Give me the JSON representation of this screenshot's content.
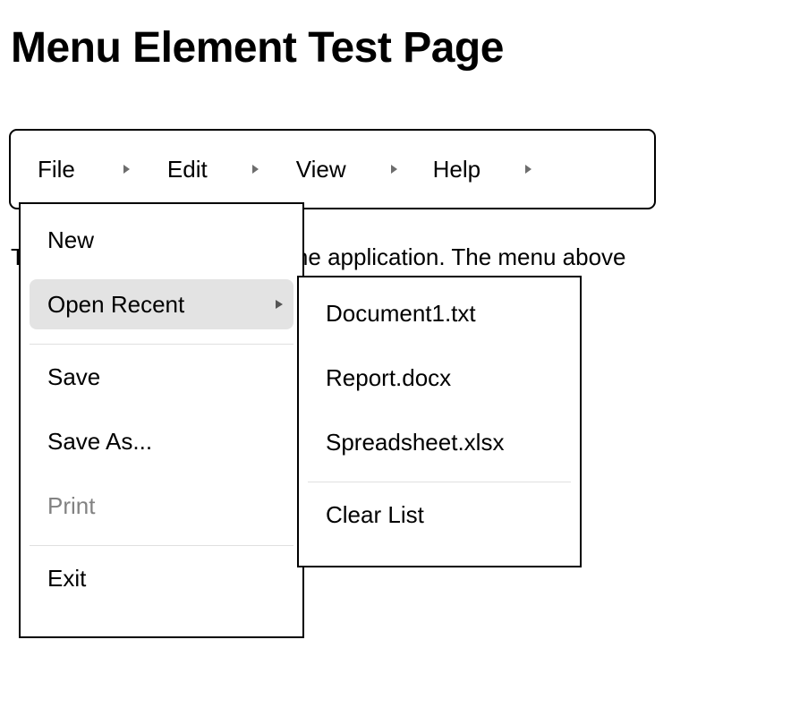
{
  "page": {
    "title": "Menu Element Test Page",
    "paragraph": "This is the main content of the application. The menu above"
  },
  "menubar": {
    "items": [
      {
        "label": "File",
        "icon": "caret-right-icon",
        "expanded": true
      },
      {
        "label": "Edit",
        "icon": "caret-right-icon",
        "expanded": false
      },
      {
        "label": "View",
        "icon": "caret-right-icon",
        "expanded": false
      },
      {
        "label": "Help",
        "icon": "caret-right-icon",
        "expanded": false
      }
    ]
  },
  "file_menu": {
    "items": [
      {
        "label": "New",
        "state": "normal"
      },
      {
        "label": "Open Recent",
        "state": "highlighted",
        "has_submenu": true,
        "icon": "caret-right-icon"
      },
      {
        "label": "Save",
        "state": "normal"
      },
      {
        "label": "Save As...",
        "state": "normal"
      },
      {
        "label": "Print",
        "state": "disabled"
      },
      {
        "label": "Exit",
        "state": "normal"
      }
    ]
  },
  "recent_submenu": {
    "items": [
      {
        "label": "Document1.txt",
        "state": "normal"
      },
      {
        "label": "Report.docx",
        "state": "normal"
      },
      {
        "label": "Spreadsheet.xlsx",
        "state": "normal"
      },
      {
        "label": "Clear List",
        "state": "normal"
      }
    ]
  },
  "colors": {
    "text": "#000000",
    "disabled_text": "#828282",
    "highlight_bg": "#e3e3e3",
    "border": "#000000",
    "separator": "#e0e0e0",
    "caret": "#6d6d6d",
    "background": "#ffffff"
  }
}
